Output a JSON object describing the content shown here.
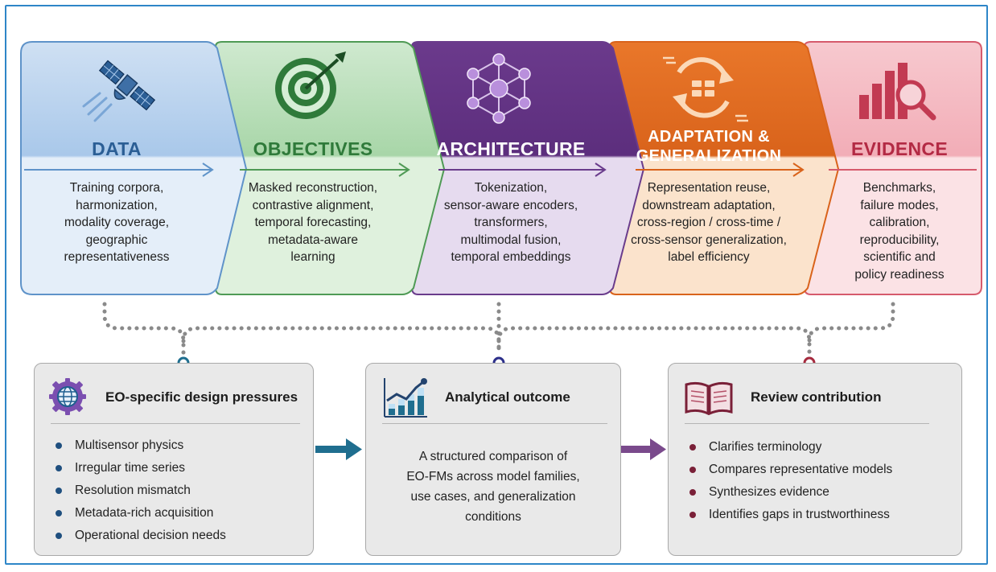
{
  "colors": {
    "frame": "#2e86c8",
    "data": "#2b6aa6",
    "objectives": "#3f8f4a",
    "architecture": "#6a3c8c",
    "adaptation": "#d96a1d",
    "evidence": "#c23a52"
  },
  "stages": [
    {
      "title": "DATA",
      "icon": "satellite-icon",
      "body": [
        "Training corpora,",
        "harmonization,",
        "modality coverage,",
        "geographic",
        "representativeness"
      ]
    },
    {
      "title": "OBJECTIVES",
      "icon": "target-icon",
      "body": [
        "Masked reconstruction,",
        "contrastive alignment,",
        "temporal forecasting,",
        "metadata-aware",
        "learning"
      ]
    },
    {
      "title": "ARCHITECTURE",
      "icon": "network-icon",
      "body": [
        "Tokenization,",
        "sensor-aware encoders,",
        "transformers,",
        "multimodal fusion,",
        "temporal embeddings"
      ]
    },
    {
      "title_lines": [
        "ADAPTATION &",
        "GENERALIZATION"
      ],
      "icon": "adaptation-cycle-icon",
      "body": [
        "Representation reuse,",
        "downstream adaptation,",
        "cross-region / cross-time /",
        "cross-sensor generalization,",
        "label efficiency"
      ]
    },
    {
      "title": "EVIDENCE",
      "icon": "bar-chart-magnifier-icon",
      "body": [
        "Benchmarks,",
        "failure modes,",
        "calibration,",
        "reproducibility,",
        "scientific and",
        "policy readiness"
      ]
    }
  ],
  "panels": {
    "pressures": {
      "title": "EO-specific design pressures",
      "icon": "globe-gear-icon",
      "items": [
        "Multisensor physics",
        "Irregular time series",
        "Resolution mismatch",
        "Metadata-rich acquisition",
        "Operational decision needs"
      ]
    },
    "outcome": {
      "title": "Analytical outcome",
      "icon": "growth-chart-icon",
      "text": [
        "A structured comparison of",
        "EO-FMs across model families,",
        "use cases, and generalization",
        "conditions"
      ]
    },
    "review": {
      "title": "Review contribution",
      "icon": "open-book-icon",
      "items": [
        "Clarifies terminology",
        "Compares representative models",
        "Synthesizes evidence",
        "Identifies gaps in trustworthiness"
      ]
    }
  }
}
